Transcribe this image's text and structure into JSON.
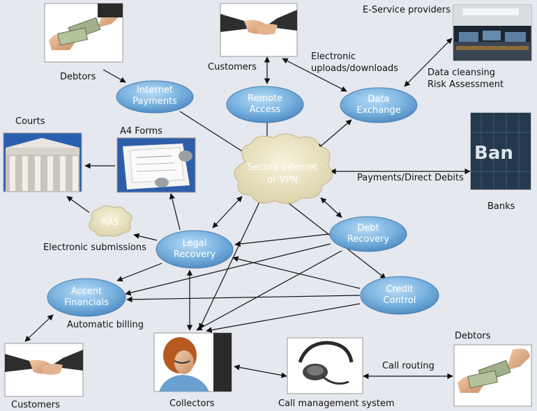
{
  "nodes": {
    "internet_payments": [
      "Internet",
      "Payments"
    ],
    "remote_access": [
      "Remote",
      "Access"
    ],
    "data_exchange": [
      "Data",
      "Exchange"
    ],
    "secure_internet": [
      "Secure Internet",
      "or VPN"
    ],
    "debt_recovery": [
      "Debt",
      "Recovery"
    ],
    "legal_recovery": [
      "Legal",
      "Recovery"
    ],
    "accent_financials": [
      "Accent",
      "Financials"
    ],
    "credit_control": [
      "Credit",
      "Control"
    ],
    "ras": "RAS"
  },
  "labels": {
    "debtors_top": "Debtors",
    "customers_top": "Customers",
    "e_service_providers": "E-Service providers",
    "electronic_uploads": [
      "Electronic",
      "uploads/downloads"
    ],
    "data_cleansing": [
      "Data cleansing",
      "Risk Assessment"
    ],
    "courts": "Courts",
    "a4_forms": "A4 Forms",
    "payments_direct_debits": "Payments/Direct Debits",
    "banks": "Banks",
    "electronic_submissions": "Electronic submissions",
    "automatic_billing": "Automatic billing",
    "debtors_bottom": "Debtors",
    "call_routing": "Call routing",
    "customers_bottom": "Customers",
    "collectors": "Collectors",
    "call_management_system": "Call management system"
  },
  "photos": {
    "debtors_top": "cash-handover-photo",
    "customers_top": "handshake-photo",
    "e_service_providers": "office-room-photo",
    "courts": "courthouse-photo",
    "a4_forms": "paper-forms-photo",
    "banks": "bank-building-photo",
    "customers_bottom": "handshake-photo",
    "collectors": "call-agent-photo",
    "call_management_system": "headset-photo",
    "debtors_bottom": "cash-handover-photo"
  },
  "colors": {
    "background": "#e6e8ef",
    "node_blue": "#6aa3d6",
    "cloud_beige": "#ece6c6",
    "arrow": "#111111"
  }
}
